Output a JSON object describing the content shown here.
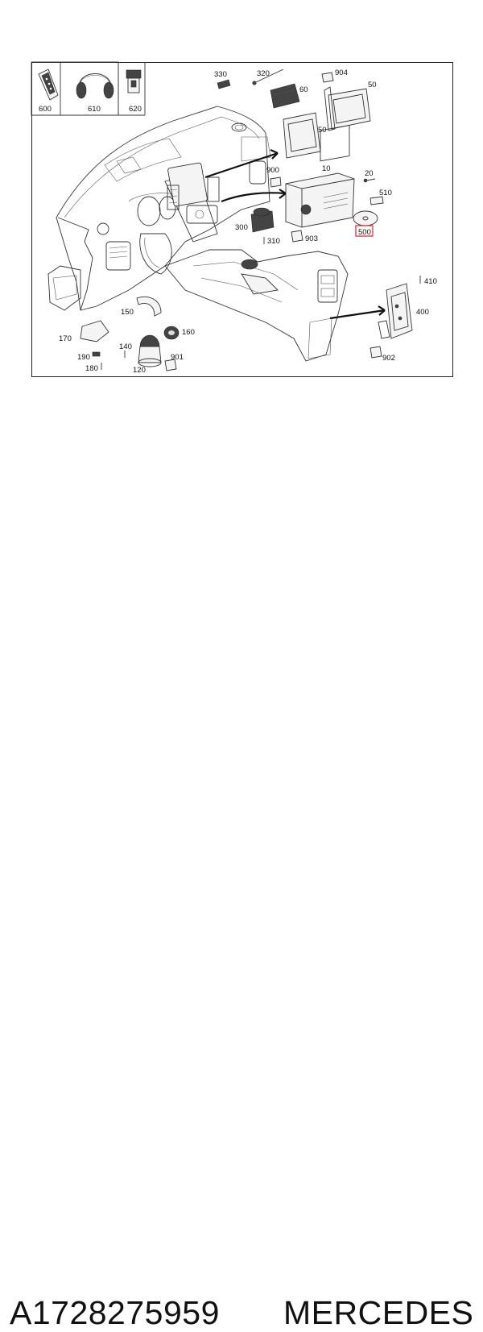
{
  "diagram": {
    "callouts": {
      "c600": "600",
      "c610": "610",
      "c620": "620",
      "c330": "330",
      "c320": "320",
      "c904": "904",
      "c50a": "50",
      "c60": "60",
      "c50b": "50",
      "c900": "900",
      "c10": "10",
      "c20": "20",
      "c510": "510",
      "c500": "500",
      "c300": "300",
      "c310": "310",
      "c903": "903",
      "c410": "410",
      "c400": "400",
      "c902": "902",
      "c150": "150",
      "c160": "160",
      "c170": "170",
      "c140": "140",
      "c901": "901",
      "c190": "190",
      "c180": "180",
      "c120": "120"
    },
    "highlight_color": "#e0303a"
  },
  "footer": {
    "part_number": "A1728275959",
    "brand": "MERCEDES"
  }
}
